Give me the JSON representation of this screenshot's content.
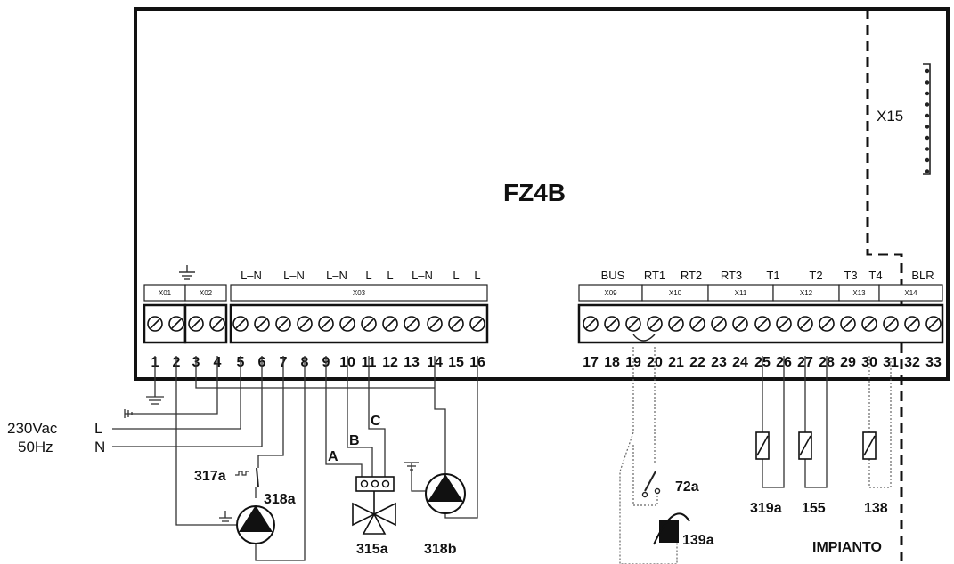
{
  "board_title": "FZ4B",
  "x15_label": "X15",
  "impianto_label": "IMPIANTO",
  "supply": {
    "voltage": "230Vac",
    "freq": "50Hz",
    "L": "L",
    "N": "N"
  },
  "left_group_labels": [
    "L–N",
    "L–N",
    "L–N",
    "L",
    "L",
    "L–N",
    "L",
    "L"
  ],
  "right_group_labels": [
    "BUS",
    "RT1",
    "RT2",
    "RT3",
    "T1",
    "T2",
    "T3",
    "T4",
    "BLR"
  ],
  "connectors": [
    "X01",
    "X02",
    "X03",
    "X09",
    "X10",
    "X11",
    "X12",
    "X13",
    "X14"
  ],
  "terminals_left": [
    "1",
    "2",
    "3",
    "4",
    "5",
    "6",
    "7",
    "8",
    "9",
    "10",
    "11",
    "12",
    "13",
    "14",
    "15",
    "16"
  ],
  "terminals_right": [
    "17",
    "18",
    "19",
    "20",
    "21",
    "22",
    "23",
    "24",
    "25",
    "26",
    "27",
    "28",
    "29",
    "30",
    "31",
    "32",
    "33"
  ],
  "valve_ports": [
    "A",
    "B",
    "C"
  ],
  "components": {
    "c317a": "317a",
    "c318a": "318a",
    "c315a": "315a",
    "c318b": "318b",
    "c72a": "72a",
    "c139a": "139a",
    "c319a": "319a",
    "c155": "155",
    "c138": "138"
  }
}
